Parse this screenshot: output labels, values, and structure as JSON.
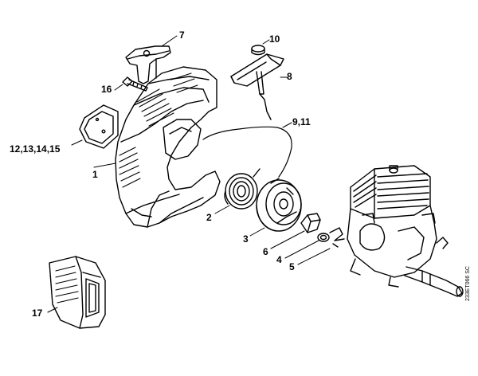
{
  "diagram": {
    "callouts": {
      "c1": "1",
      "c2": "2",
      "c3": "3",
      "c4": "4",
      "c5": "5",
      "c6": "6",
      "c7": "7",
      "c8": "8",
      "c9_11": "9,11",
      "c10": "10",
      "c12_15": "12,13,14,15",
      "c16": "16",
      "c17": "17"
    },
    "document_id": "233ET066 SC"
  }
}
